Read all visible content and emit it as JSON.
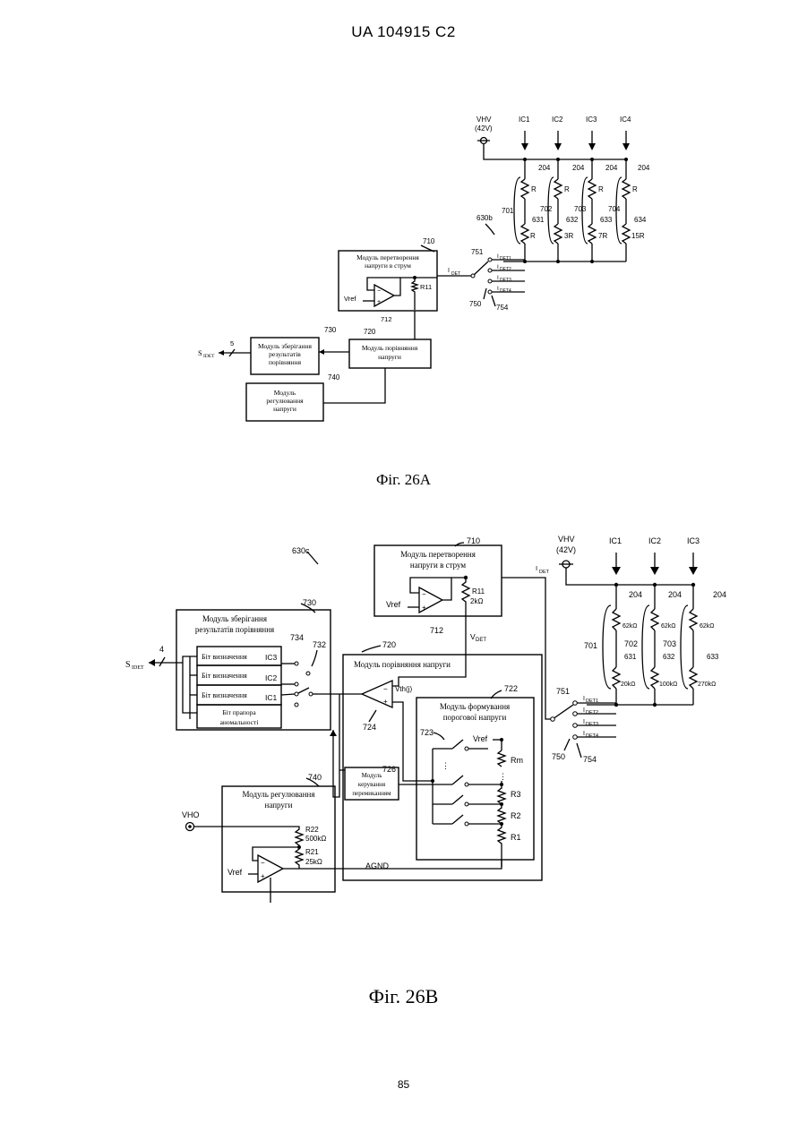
{
  "header": "UA   104915   C2",
  "page_number": "85",
  "fig_a": {
    "caption": "Фіг. 26A",
    "ref": "630b",
    "vhv": [
      "VHV",
      "(42V)"
    ],
    "ic_labels": [
      "IC1",
      "IC2",
      "IC3",
      "IC4"
    ],
    "r204": "204",
    "r_labels": [
      "R",
      "R",
      "R",
      "R"
    ],
    "series_refs": [
      "701",
      "702",
      "703",
      "704"
    ],
    "res_refs": [
      "631",
      "632",
      "633",
      "634"
    ],
    "res_values": [
      "R",
      "3R",
      "7R",
      "15R"
    ],
    "switch_ref": "751",
    "switch_num": "750",
    "switch_num2": "754",
    "idet": [
      "I",
      "DET"
    ],
    "idet_taps": [
      "DET1",
      "DET2",
      "DET3",
      "DET4"
    ],
    "converter": {
      "ref": "710",
      "lines": [
        "Модуль перетворення",
        "напруги в струм"
      ],
      "vref": "Vref",
      "r11": "R11",
      "amp_ref": "712"
    },
    "comparator": {
      "ref": "720",
      "lines": [
        "Модуль порівняння",
        "напруги"
      ]
    },
    "storage": {
      "ref": "730",
      "lines": [
        "Модуль зберігання",
        "результатів",
        "порівняння"
      ]
    },
    "regulator": {
      "ref": "740",
      "lines": [
        "Модуль",
        "регулювання",
        "напруги"
      ]
    },
    "output": {
      "label": "S",
      "sub": "IDET",
      "bits": "5"
    }
  },
  "fig_b": {
    "caption": "Фіг. 26B",
    "ref": "630c",
    "vhv": [
      "VHV",
      "(42V)"
    ],
    "ic_labels": [
      "IC1",
      "IC2",
      "IC3"
    ],
    "r204": "204",
    "top_res": [
      "62kΩ",
      "62kΩ",
      "62kΩ"
    ],
    "series_refs": [
      "701",
      "702",
      "703"
    ],
    "res_refs": [
      "631",
      "632",
      "633"
    ],
    "res_values": [
      "20kΩ",
      "100kΩ",
      "270kΩ"
    ],
    "switch_ref": "751",
    "switch_num": "750",
    "switch_num2": "754",
    "idet": [
      "I",
      "DET"
    ],
    "idet_taps": [
      "DET1",
      "DET2",
      "DET3",
      "DET4"
    ],
    "vdet": [
      "V",
      "DET"
    ],
    "converter": {
      "ref": "710",
      "lines": [
        "Модуль перетворення",
        "напруги в струм"
      ],
      "vref": "Vref",
      "r11": "R11",
      "r11_val": "2kΩ",
      "amp_ref": "712"
    },
    "storage": {
      "ref": "730",
      "lines": [
        "Модуль зберігання",
        "результатів порівняння"
      ],
      "bits": [
        "Біт визначення",
        "Біт визначення",
        "Біт визначення"
      ],
      "bit_tags": [
        "IC3",
        "IC2",
        "IC1"
      ],
      "flag": [
        "Біт прапора",
        "аномальності"
      ],
      "ref_734": "734",
      "ref_732": "732"
    },
    "comparator": {
      "ref": "720",
      "title": "Модуль порівняння напруги",
      "vth": "Vth(j)",
      "amp_ref": "724"
    },
    "threshold": {
      "ref": "722",
      "lines": [
        "Модуль формування",
        "порогової напруги"
      ],
      "ref_723": "723",
      "vref": "Vref",
      "res": [
        "Rm",
        "R3",
        "R2",
        "R1"
      ]
    },
    "switch_ctrl": {
      "ref": "726",
      "lines": [
        "Модуль",
        "керування",
        "перемиканням"
      ]
    },
    "regulator": {
      "ref": "740",
      "lines": [
        "Модуль регулювання",
        "напруги"
      ],
      "vho": "VHO",
      "r22": [
        "R22",
        "500kΩ"
      ],
      "r21": [
        "R21",
        "25kΩ"
      ],
      "vref": "Vref",
      "agnd": "AGND"
    },
    "output": {
      "label": "S",
      "sub": "IDET",
      "bits": "4"
    }
  }
}
